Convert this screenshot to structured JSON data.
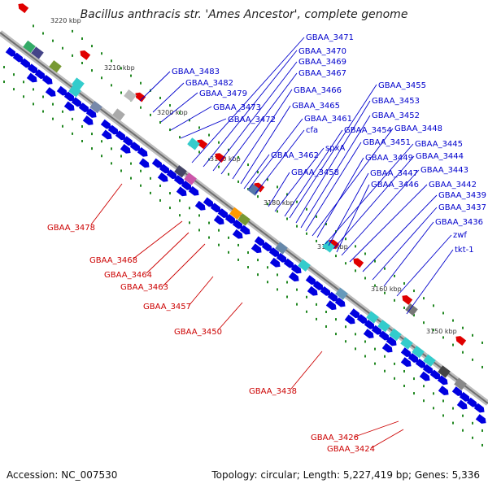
{
  "title": "Bacillus anthracis str. 'Ames Ancestor', complete genome",
  "footer": {
    "accession": "Accession: NC_007530",
    "summary": "Topology: circular; Length: 5,227,419 bp; Genes: 5,336"
  },
  "ticks": [
    "3220 kbp",
    "3210 kbp",
    "3200 kbp",
    "3190 kbp",
    "3180 kbp",
    "3170 kbp",
    "3160 kbp",
    "3150 kbp"
  ],
  "forward_labels": [
    "GBAA_3471",
    "GBAA_3470",
    "GBAA_3469",
    "GBAA_3467",
    "GBAA_3483",
    "GBAA_3482",
    "GBAA_3466",
    "GBAA_3479",
    "GBAA_3465",
    "GBAA_3473",
    "GBAA_3472",
    "GBAA_3461",
    "cfa",
    "GBAA_3462",
    "GBAA_3458",
    "spxA",
    "GBAA_3455",
    "GBAA_3453",
    "GBAA_3452",
    "GBAA_3454",
    "GBAA_3448",
    "GBAA_3451",
    "GBAA_3445",
    "GBAA_3449",
    "GBAA_3444",
    "GBAA_3447",
    "GBAA_3443",
    "GBAA_3446",
    "GBAA_3442",
    "GBAA_3439",
    "GBAA_3437",
    "GBAA_3436",
    "zwf",
    "tkt-1"
  ],
  "reverse_labels": [
    "GBAA_3478",
    "GBAA_3468",
    "GBAA_3464",
    "GBAA_3463",
    "GBAA_3457",
    "GBAA_3450",
    "GBAA_3438",
    "GBAA_3426",
    "GBAA_3424"
  ],
  "colors": {
    "backbone": "#8a8a8a",
    "forward_gene": "#0000e0",
    "reverse_gene": "#e00000",
    "forward_label": "#0000cc",
    "reverse_label": "#cc0000",
    "rna": "#33cccc",
    "gc_skew": "#228822"
  }
}
